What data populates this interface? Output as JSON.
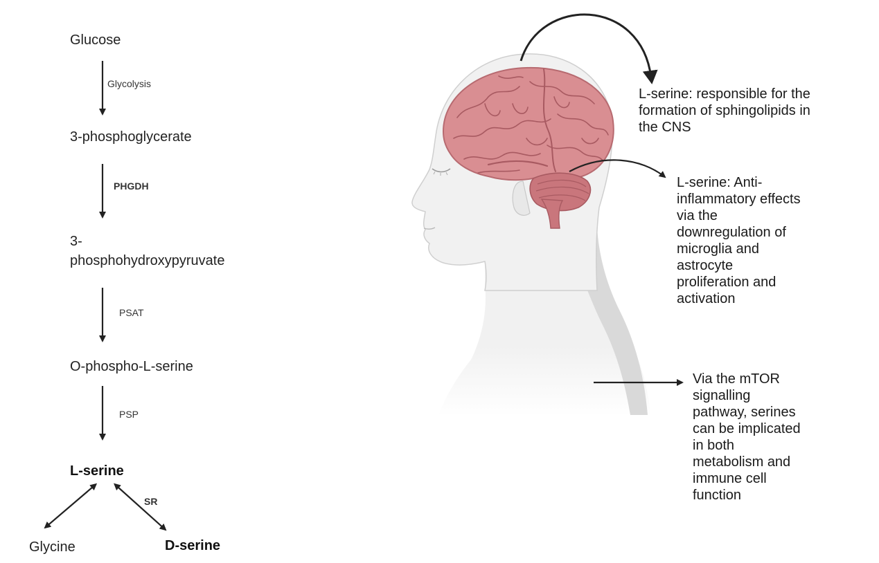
{
  "pathway": {
    "glucose": "Glucose",
    "glycolysis": "Glycolysis",
    "phosphoglycerate": "3-phosphoglycerate",
    "phgdh": "PHGDH",
    "phosphohydroxypyruvate_line1": "3-",
    "phosphohydroxypyruvate_line2": "phosphohydroxypyruvate",
    "psat": "PSAT",
    "o_phospho_l_serine": "O-phospho-L-serine",
    "psp": "PSP",
    "l_serine": "L-serine",
    "sr": "SR",
    "glycine": "Glycine",
    "d_serine": "D-serine"
  },
  "annotations": {
    "sphingolipids": [
      "L-serine: responsible for the",
      "formation of sphingolipids in",
      "the CNS"
    ],
    "anti_inflammatory": [
      "L-serine: Anti-",
      "inflammatory effects",
      "via the",
      "downregulation of",
      "microglia and",
      "astrocyte",
      "proliferation and",
      "activation"
    ],
    "mtor": [
      "Via the mTOR",
      "signalling",
      "pathway, serines",
      "can be implicated",
      "in both",
      "metabolism and",
      "immune cell",
      "function"
    ]
  },
  "colors": {
    "brain": "#d98e92",
    "brain_dark": "#b76a70",
    "brain_fold": "#a85a61",
    "cerebellum": "#c9767c",
    "head_fill": "#f1f1f1",
    "head_shadow": "#d9d9d9",
    "head_outline": "#cfcfcf",
    "arrow": "#222222"
  }
}
